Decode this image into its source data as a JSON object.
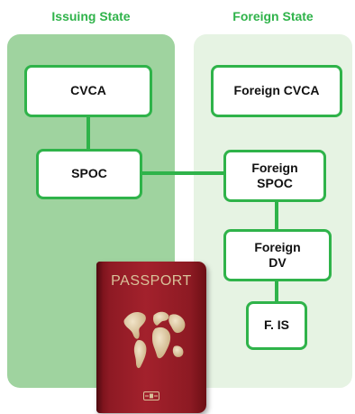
{
  "columns": {
    "issuing": {
      "title": "Issuing State"
    },
    "foreign": {
      "title": "Foreign State"
    }
  },
  "nodes": {
    "cvca": {
      "label": "CVCA"
    },
    "spoc": {
      "label": "SPOC"
    },
    "foreign_cvca": {
      "label": "Foreign CVCA"
    },
    "foreign_spoc": {
      "label": "Foreign\nSPOC"
    },
    "foreign_dv": {
      "label": "Foreign\nDV"
    },
    "f_is": {
      "label": "F. IS"
    }
  },
  "passport": {
    "cover_text": "PASSPORT",
    "cover_color": "#a3212c",
    "text_color": "#d9c29a",
    "globe_icon": "globe-icon",
    "chip_icon": "chip-icon"
  },
  "colors": {
    "accent": "#2fb34a",
    "issuing_panel": "#9fd39f",
    "foreign_panel": "#e6f3e3"
  }
}
